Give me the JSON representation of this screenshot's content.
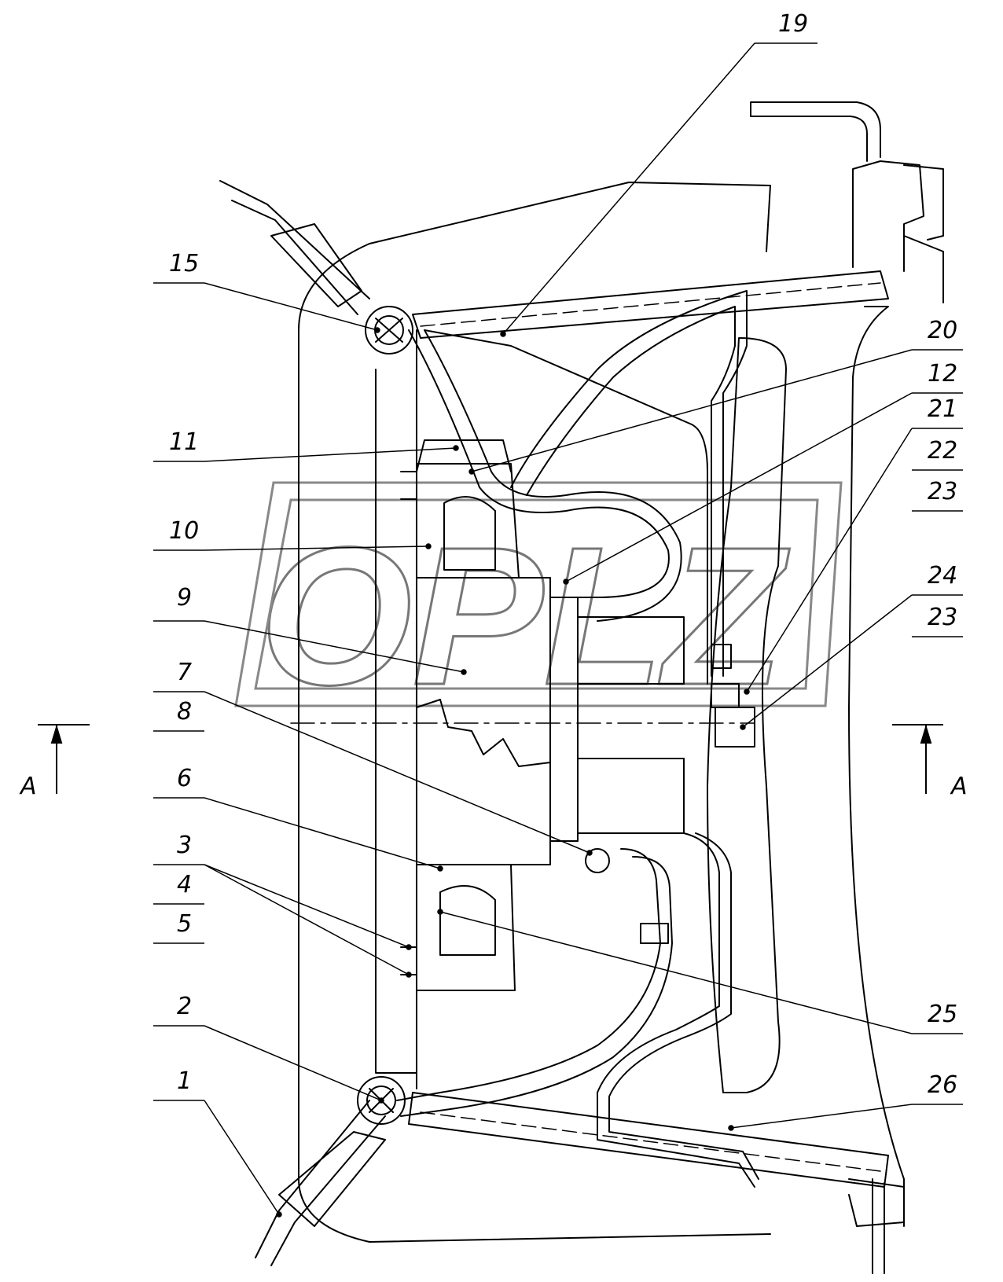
{
  "diagram": {
    "colors": {
      "ink": "#000000",
      "watermark": "#777777",
      "background": "#ffffff"
    },
    "watermark_text": "OPLZ",
    "callouts_left": [
      {
        "id": "15",
        "label": "15"
      },
      {
        "id": "11",
        "label": "11"
      },
      {
        "id": "10",
        "label": "10"
      },
      {
        "id": "9",
        "label": "9"
      },
      {
        "id": "7",
        "label": "7"
      },
      {
        "id": "8",
        "label": "8"
      },
      {
        "id": "6",
        "label": "6"
      },
      {
        "id": "3",
        "label": "3"
      },
      {
        "id": "4",
        "label": "4"
      },
      {
        "id": "5",
        "label": "5"
      },
      {
        "id": "2",
        "label": "2"
      },
      {
        "id": "1",
        "label": "1"
      }
    ],
    "callouts_right": [
      {
        "id": "19",
        "label": "19"
      },
      {
        "id": "20",
        "label": "20"
      },
      {
        "id": "12",
        "label": "12"
      },
      {
        "id": "21",
        "label": "21"
      },
      {
        "id": "22",
        "label": "22"
      },
      {
        "id": "23a",
        "label": "23"
      },
      {
        "id": "24",
        "label": "24"
      },
      {
        "id": "23b",
        "label": "23"
      },
      {
        "id": "25",
        "label": "25"
      },
      {
        "id": "26",
        "label": "26"
      }
    ],
    "section_marks": {
      "left": "A",
      "right": "A"
    }
  }
}
